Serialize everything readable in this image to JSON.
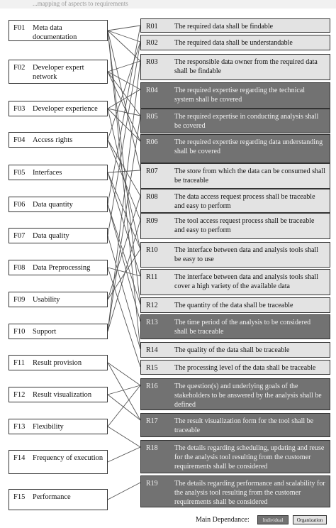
{
  "caption": "...mapping of aspects to requirements",
  "factors": [
    {
      "id": "F01",
      "name": "Meta data documentation"
    },
    {
      "id": "F02",
      "name": "Developer expert network"
    },
    {
      "id": "F03",
      "name": "Developer experience"
    },
    {
      "id": "F04",
      "name": "Access rights"
    },
    {
      "id": "F05",
      "name": "Interfaces"
    },
    {
      "id": "F06",
      "name": "Data quantity"
    },
    {
      "id": "F07",
      "name": "Data quality"
    },
    {
      "id": "F08",
      "name": "Data Preprocessing"
    },
    {
      "id": "F09",
      "name": "Usability"
    },
    {
      "id": "F10",
      "name": "Support"
    },
    {
      "id": "F11",
      "name": "Result provision"
    },
    {
      "id": "F12",
      "name": "Result visualization"
    },
    {
      "id": "F13",
      "name": "Flexibility"
    },
    {
      "id": "F14",
      "name": "Frequency of execution"
    },
    {
      "id": "F15",
      "name": "Performance"
    }
  ],
  "requirements": [
    {
      "id": "R01",
      "text": "The required data shall be findable",
      "dependence": "organization"
    },
    {
      "id": "R02",
      "text": "The required data shall be understandable",
      "dependence": "organization"
    },
    {
      "id": "R03",
      "text": "The responsible data owner from the required data shall be findable",
      "dependence": "organization"
    },
    {
      "id": "R04",
      "text": "The required expertise regarding the technical system shall be covered",
      "dependence": "individual"
    },
    {
      "id": "R05",
      "text": "The required expertise in conducting analysis shall be covered",
      "dependence": "individual"
    },
    {
      "id": "R06",
      "text": "The required expertise regarding data understanding shall be covered",
      "dependence": "individual"
    },
    {
      "id": "R07",
      "text": "The store from which the data can be consumed shall be traceable",
      "dependence": "organization"
    },
    {
      "id": "R08",
      "text": "The data access request process shall be traceable and easy to perform",
      "dependence": "organization"
    },
    {
      "id": "R09",
      "text": "The tool access request process shall be traceable and easy to perform",
      "dependence": "organization"
    },
    {
      "id": "R10",
      "text": "The interface between data and analysis tools shall be easy to use",
      "dependence": "organization"
    },
    {
      "id": "R11",
      "text": "The interface between data and analysis tools shall cover a high variety of the available data",
      "dependence": "organization"
    },
    {
      "id": "R12",
      "text": "The quantity of the data shall be traceable",
      "dependence": "organization"
    },
    {
      "id": "R13",
      "text": "The time period of the analysis to be considered shall be traceable",
      "dependence": "individual"
    },
    {
      "id": "R14",
      "text": "The quality of the data shall be traceable",
      "dependence": "organization"
    },
    {
      "id": "R15",
      "text": "The processing level of the data shall be traceable",
      "dependence": "organization"
    },
    {
      "id": "R16",
      "text": "The question(s) and underlying goals of the stakeholders to be answered by the analysis shall be defined",
      "dependence": "individual"
    },
    {
      "id": "R17",
      "text": "The result visualization form for the tool shall be traceable",
      "dependence": "individual"
    },
    {
      "id": "R18",
      "text": "The details regarding scheduling, updating and reuse for the analysis tool resulting from the customer requirements shall be considered",
      "dependence": "individual"
    },
    {
      "id": "R19",
      "text": "The details regarding performance and scalability for the analysis tool resulting from the customer requirements shall be considered",
      "dependence": "individual"
    }
  ],
  "links": [
    [
      "F01",
      "R01"
    ],
    [
      "F01",
      "R02"
    ],
    [
      "F01",
      "R03"
    ],
    [
      "F01",
      "R07"
    ],
    [
      "F01",
      "R12"
    ],
    [
      "F01",
      "R14"
    ],
    [
      "F02",
      "R03"
    ],
    [
      "F02",
      "R04"
    ],
    [
      "F02",
      "R05"
    ],
    [
      "F02",
      "R06"
    ],
    [
      "F03",
      "R04"
    ],
    [
      "F03",
      "R05"
    ],
    [
      "F03",
      "R06"
    ],
    [
      "F03",
      "R10"
    ],
    [
      "F04",
      "R08"
    ],
    [
      "F04",
      "R09"
    ],
    [
      "F04",
      "R02"
    ],
    [
      "F05",
      "R10"
    ],
    [
      "F05",
      "R11"
    ],
    [
      "F05",
      "R07"
    ],
    [
      "F06",
      "R12"
    ],
    [
      "F06",
      "R13"
    ],
    [
      "F06",
      "R01"
    ],
    [
      "F07",
      "R14"
    ],
    [
      "F07",
      "R02"
    ],
    [
      "F08",
      "R15"
    ],
    [
      "F08",
      "R11"
    ],
    [
      "F09",
      "R10"
    ],
    [
      "F09",
      "R08"
    ],
    [
      "F10",
      "R03"
    ],
    [
      "F10",
      "R05"
    ],
    [
      "F10",
      "R09"
    ],
    [
      "F11",
      "R16"
    ],
    [
      "F11",
      "R17"
    ],
    [
      "F12",
      "R17"
    ],
    [
      "F12",
      "R16"
    ],
    [
      "F13",
      "R16"
    ],
    [
      "F13",
      "R18"
    ],
    [
      "F14",
      "R18"
    ],
    [
      "F15",
      "R19"
    ]
  ],
  "legend": {
    "label": "Main Dependance:",
    "individual": "Individual",
    "organization": "Organization"
  },
  "colors": {
    "individual": "#727272",
    "organization": "#e3e3e3",
    "line": "#555555"
  }
}
